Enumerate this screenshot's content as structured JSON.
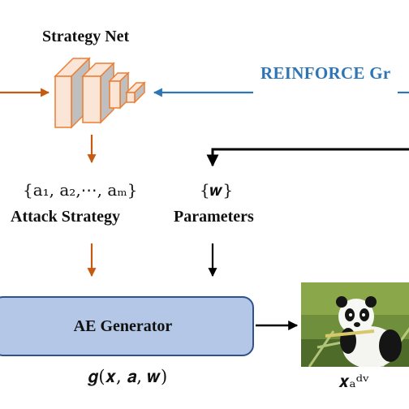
{
  "strategy_net": {
    "title": "Strategy Net"
  },
  "reinforce": {
    "label": "REINFORCE Gr"
  },
  "attack": {
    "math": "{a₁, a₂,⋯, aₘ}",
    "label": "Attack Strategy"
  },
  "parameters": {
    "math": "{𝒘}",
    "label": "Parameters"
  },
  "generator": {
    "label": "AE Generator",
    "formula": "𝒈(𝒙, 𝒂, 𝒘)"
  },
  "output": {
    "label": "𝒙ₐᵈᵛ"
  },
  "colors": {
    "orange": "#c55a11",
    "blue": "#2e75b6",
    "box_fill": "#b4c7e7",
    "box_stroke": "#2f528f",
    "layer_fill": "#fbe5d6",
    "layer_stroke": "#ed7d31"
  }
}
